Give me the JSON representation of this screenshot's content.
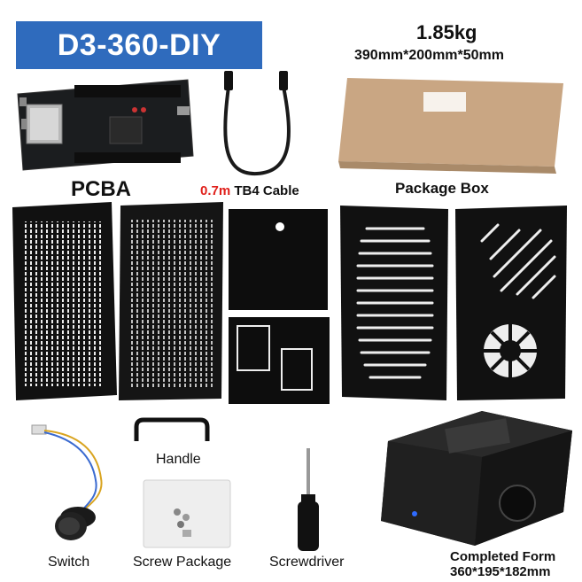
{
  "title": "D3-360-DIY",
  "weight": "1.85kg",
  "package_dims": "390mm*200mm*50mm",
  "labels": {
    "pcba": "PCBA",
    "cable_length": "0.7m",
    "cable_name": " TB4 Cable",
    "package_box": "Package Box",
    "handle": "Handle",
    "switch": "Switch",
    "screw_package": "Screw Package",
    "screwdriver": "Screwdriver",
    "completed_form": "Completed Form",
    "completed_dims": "360*195*182mm"
  },
  "colors": {
    "banner": "#2f6bbd",
    "accent_red": "#e0201b",
    "panel": "#111111",
    "box": "#c9a683"
  }
}
